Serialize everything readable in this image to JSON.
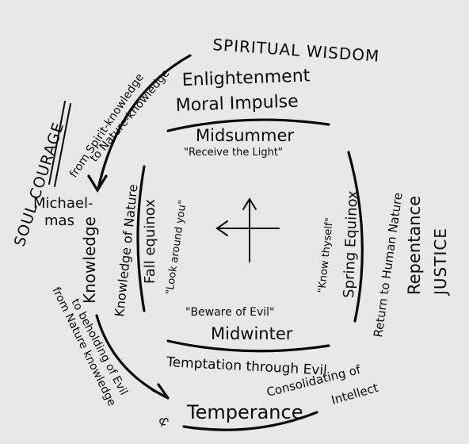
{
  "outer": {
    "spiritual_wisdom": "SPIRITUAL WISDOM",
    "soul_courage": "SOUL COURAGE",
    "justice": "JUSTICE",
    "repentance": "Repentance",
    "temperance": "Temperance"
  },
  "upper": {
    "enlightenment": "Enlightenment",
    "moral_impulse": "Moral Impulse"
  },
  "arrows": {
    "spirit_knowledge": "from Spirit-knowledge",
    "nature_knowledge": "to Nature-knowledge",
    "nature_knowledge_from": "from Nature knowledge",
    "beholding_evil": "to beholding of Evil",
    "ampersand": "&"
  },
  "left": {
    "michaelmas_1": "Michael-",
    "michaelmas_2": "mas",
    "knowledge": "Knowledge",
    "knowledge_of_nature": "Knowledge of Nature",
    "fall_equinox": "Fall equinox",
    "look_around": "\"Look around you\""
  },
  "right": {
    "spring_equinox": "Spring Equinox",
    "know_thyself": "\"Know thyself\"",
    "return_nature": "Return to Human Nature"
  },
  "top": {
    "midsummer": "Midsummer",
    "receive_light": "\"Receive the Light\""
  },
  "bottom": {
    "beware_evil": "\"Beware of Evil\"",
    "midwinter": "Midwinter",
    "temptation": "Temptation through Evil",
    "consolidating": "Consolidating of",
    "intellect": "Intellect"
  }
}
